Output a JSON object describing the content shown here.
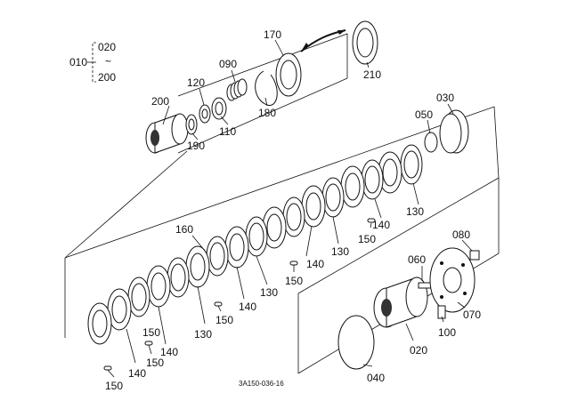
{
  "drawing_number": "3A150-036-16",
  "range_note": {
    "assembly_label": "010",
    "from_label": "020",
    "tilde": "~",
    "to_label": "200"
  },
  "callouts": [
    {
      "id": "c-170",
      "label": "170"
    },
    {
      "id": "c-210",
      "label": "210"
    },
    {
      "id": "c-090",
      "label": "090"
    },
    {
      "id": "c-120",
      "label": "120"
    },
    {
      "id": "c-200",
      "label": "200"
    },
    {
      "id": "c-110",
      "label": "110"
    },
    {
      "id": "c-180",
      "label": "180"
    },
    {
      "id": "c-190",
      "label": "190"
    },
    {
      "id": "c-030",
      "label": "030"
    },
    {
      "id": "c-050",
      "label": "050"
    },
    {
      "id": "c-130a",
      "label": "130"
    },
    {
      "id": "c-140a",
      "label": "140"
    },
    {
      "id": "c-150a",
      "label": "150"
    },
    {
      "id": "c-130b",
      "label": "130"
    },
    {
      "id": "c-140b",
      "label": "140"
    },
    {
      "id": "c-150b",
      "label": "150"
    },
    {
      "id": "c-160",
      "label": "160"
    },
    {
      "id": "c-130c",
      "label": "130"
    },
    {
      "id": "c-080",
      "label": "080"
    },
    {
      "id": "c-060",
      "label": "060"
    },
    {
      "id": "c-140c",
      "label": "140"
    },
    {
      "id": "c-150c",
      "label": "150"
    },
    {
      "id": "c-130d",
      "label": "130"
    },
    {
      "id": "c-070",
      "label": "070"
    },
    {
      "id": "c-100",
      "label": "100"
    },
    {
      "id": "c-150d",
      "label": "150"
    },
    {
      "id": "c-140d",
      "label": "140"
    },
    {
      "id": "c-020",
      "label": "020"
    },
    {
      "id": "c-150e",
      "label": "150"
    },
    {
      "id": "c-140e",
      "label": "140"
    },
    {
      "id": "c-040",
      "label": "040"
    },
    {
      "id": "c-150f",
      "label": "150"
    }
  ]
}
